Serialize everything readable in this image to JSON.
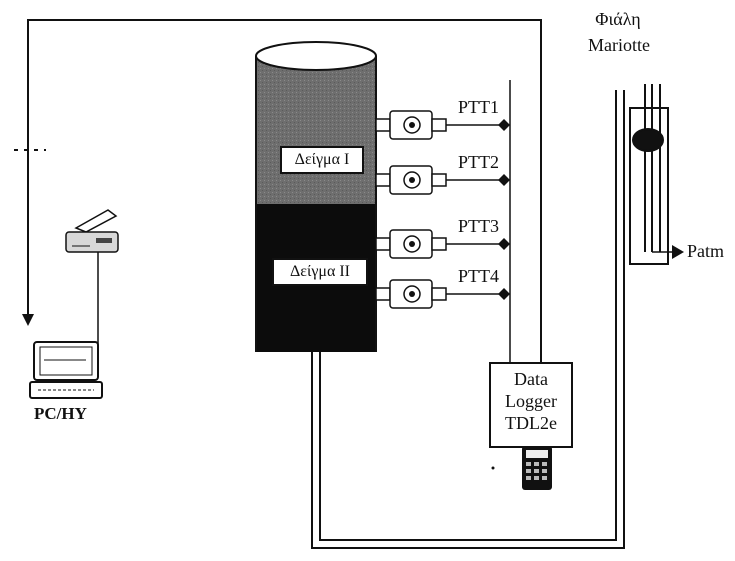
{
  "labels": {
    "mariotte_title_line1": "Φιάλη",
    "mariotte_title_line2": "Mariotte",
    "patm": "Patm",
    "pc": "PC/HY",
    "sample1": "Δείγμα Ι",
    "sample2": "Δείγμα ΙΙ",
    "logger_line1": "Data",
    "logger_line2": "Logger",
    "logger_line3": "TDL2e"
  },
  "sensors": [
    {
      "label": "PTT1"
    },
    {
      "label": "PTT2"
    },
    {
      "label": "PTT3"
    },
    {
      "label": "PTT4"
    }
  ],
  "colors": {
    "sample1_fill": "#6e6e6e",
    "sample2_fill": "#0c0c0c",
    "line": "#111111"
  }
}
